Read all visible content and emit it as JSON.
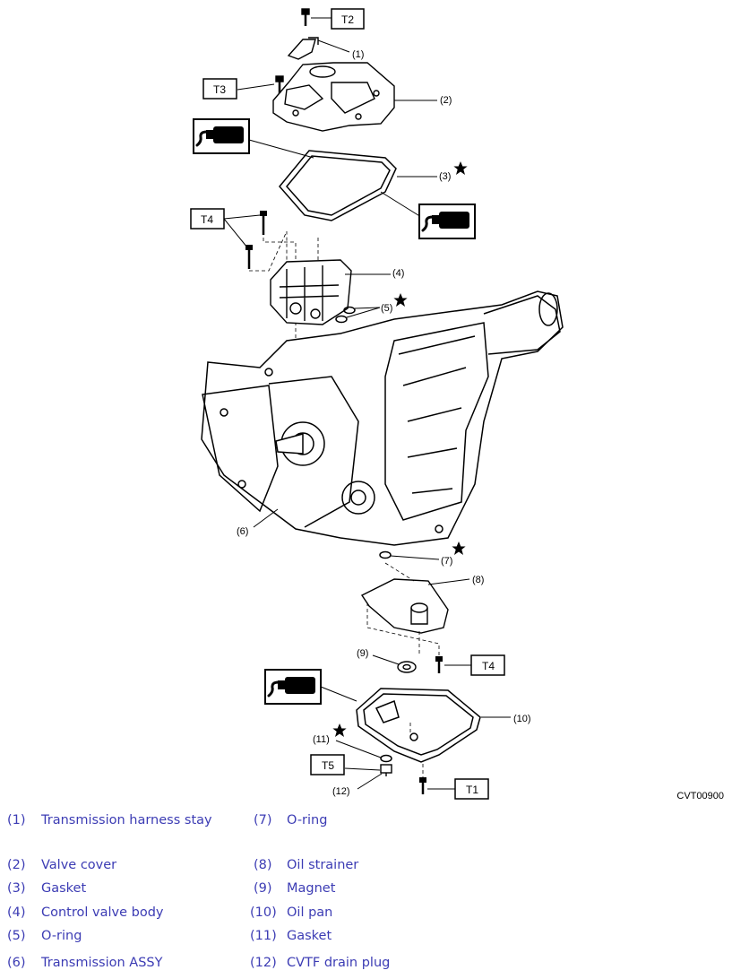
{
  "diagram_code": "CVT00900",
  "torque_tags": {
    "t2": "T2",
    "t3": "T3",
    "t4_upper": "T4",
    "t4_lower": "T4",
    "t5": "T5",
    "t1": "T1"
  },
  "callouts": {
    "c1": "(1)",
    "c2": "(2)",
    "c3": "(3)",
    "c4": "(4)",
    "c5": "(5)",
    "c6": "(6)",
    "c7": "(7)",
    "c8": "(8)",
    "c9": "(9)",
    "c10": "(10)",
    "c11": "(11)",
    "c12": "(12)"
  },
  "legend": {
    "left": [
      {
        "num": "(1)",
        "name": "Transmission harness stay"
      },
      {
        "num": "(2)",
        "name": "Valve cover"
      },
      {
        "num": "(3)",
        "name": "Gasket"
      },
      {
        "num": "(4)",
        "name": "Control valve body"
      },
      {
        "num": "(5)",
        "name": "O-ring"
      },
      {
        "num": "(6)",
        "name": "Transmission ASSY"
      }
    ],
    "right": [
      {
        "num": "(7)",
        "name": "O-ring"
      },
      {
        "num": "(8)",
        "name": "Oil strainer"
      },
      {
        "num": "(9)",
        "name": "Magnet"
      },
      {
        "num": "(10)",
        "name": "Oil pan"
      },
      {
        "num": "(11)",
        "name": "Gasket"
      },
      {
        "num": "(12)",
        "name": "CVTF drain plug"
      }
    ]
  },
  "colors": {
    "legend_text": "#3c3cb4",
    "line": "#000000"
  },
  "icons": [
    "sealant-icon",
    "star-icon"
  ]
}
